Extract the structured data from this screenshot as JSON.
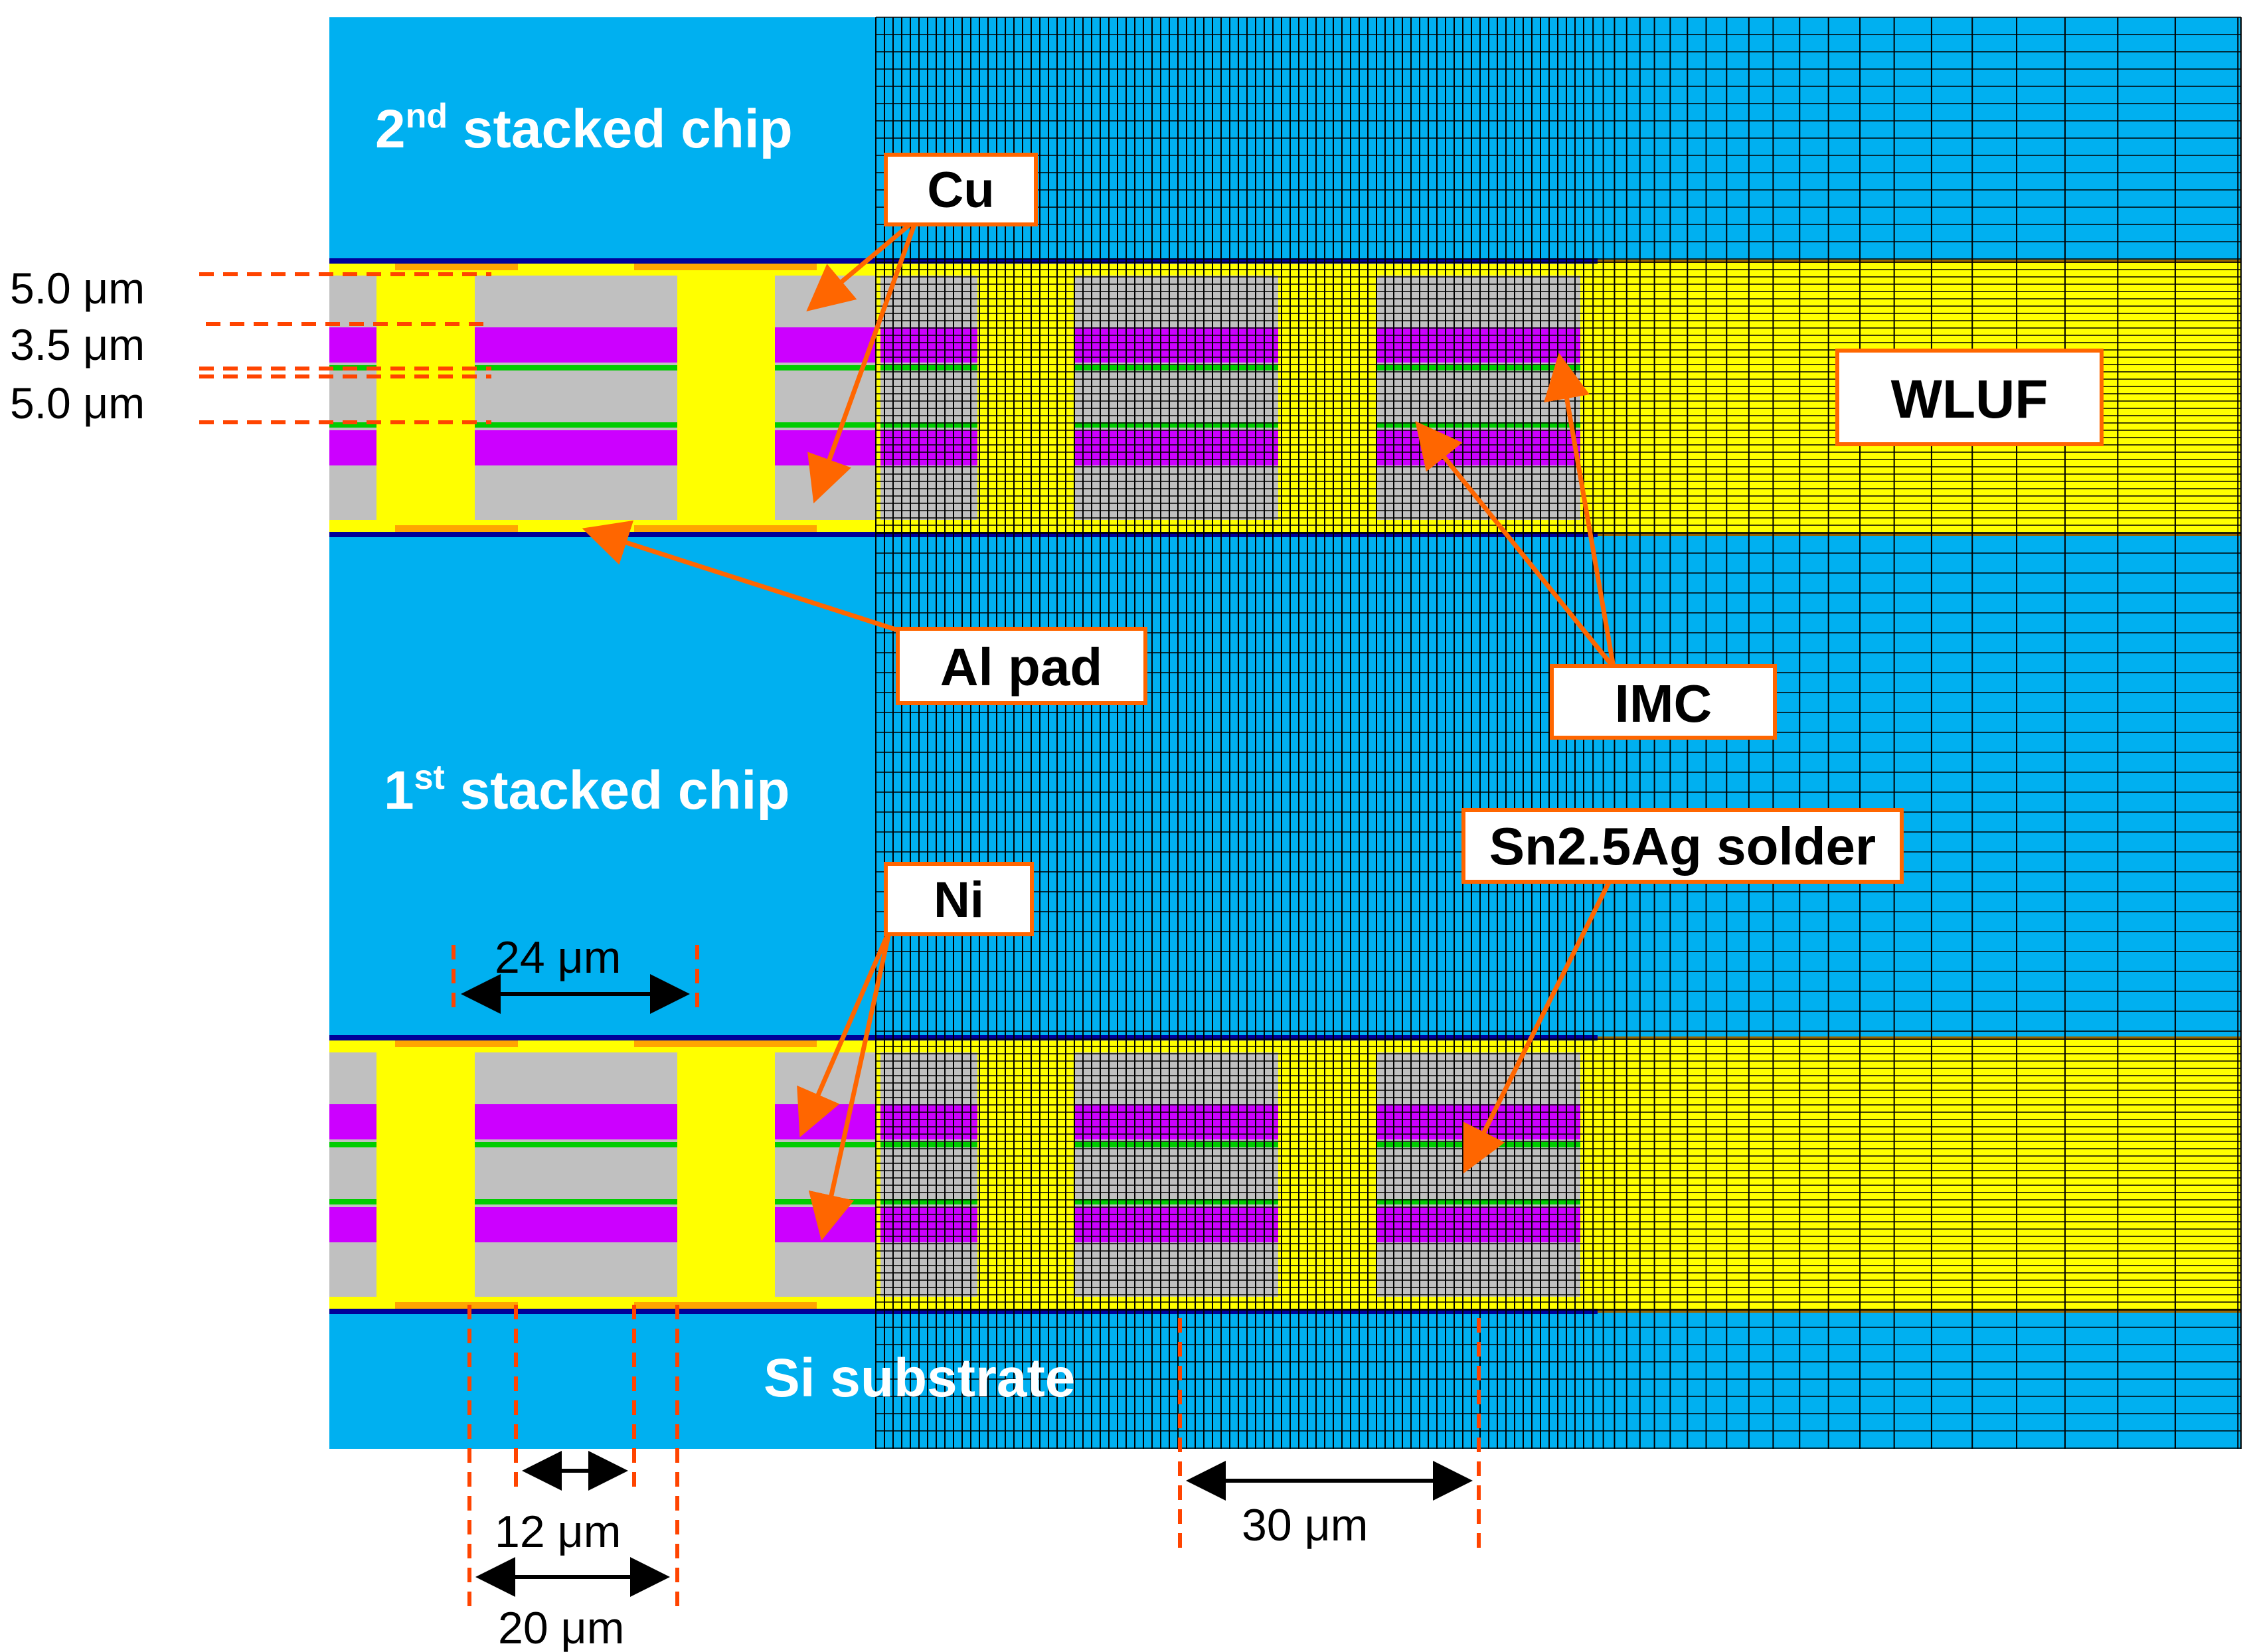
{
  "regions": {
    "chip2": {
      "name": "2",
      "sup": "nd",
      "rest": " stacked chip"
    },
    "chip1": {
      "name": "1",
      "sup": "st",
      "rest": " stacked chip"
    },
    "substrate": "Si substrate"
  },
  "callouts": {
    "cu": "Cu",
    "al_pad": "Al pad",
    "imc": "IMC",
    "wluf": "WLUF",
    "ni": "Ni",
    "solder": "Sn2.5Ag solder"
  },
  "dimensions": {
    "d1": "5.0 μm",
    "d2": "3.5 μm",
    "d3": "5.0 μm",
    "pitch": "24 μm",
    "d12": "12 μm",
    "d20": "20 μm",
    "d30": "30 μm"
  },
  "colors": {
    "silicon": "#00b0f0",
    "underfill": "#ffff00",
    "solder": "#c0c0c0",
    "imc": "#cc00ff",
    "nickel": "#00cc00",
    "copper": "#ffa500",
    "al_pad": "#000099",
    "mesh": "#000000",
    "callout": "#ff6600",
    "dimension": "#000000"
  }
}
